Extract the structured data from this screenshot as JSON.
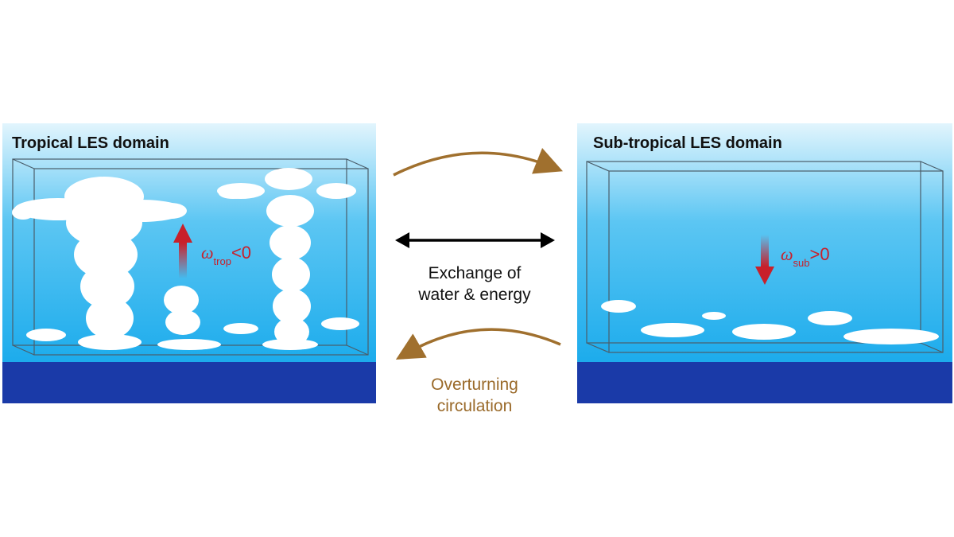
{
  "left_panel": {
    "title": "Tropical LES domain",
    "omega_symbol": "ω",
    "omega_subscript": "trop",
    "omega_relation": "<0"
  },
  "right_panel": {
    "title": "Sub-tropical LES domain",
    "omega_symbol": "ω",
    "omega_subscript": "sub",
    "omega_relation": ">0"
  },
  "exchange_label_lines": [
    "Exchange of",
    "water & energy"
  ],
  "circulation_label_lines": [
    "Overturning",
    "circulation"
  ],
  "colors": {
    "sky_top": "#e2f5fd",
    "sky_bottom": "#0aa4ea",
    "ocean": "#1a3aa8",
    "arrow_red": "#c8202b",
    "circulation_brown": "#a0702e",
    "exchange_black": "#000000"
  }
}
